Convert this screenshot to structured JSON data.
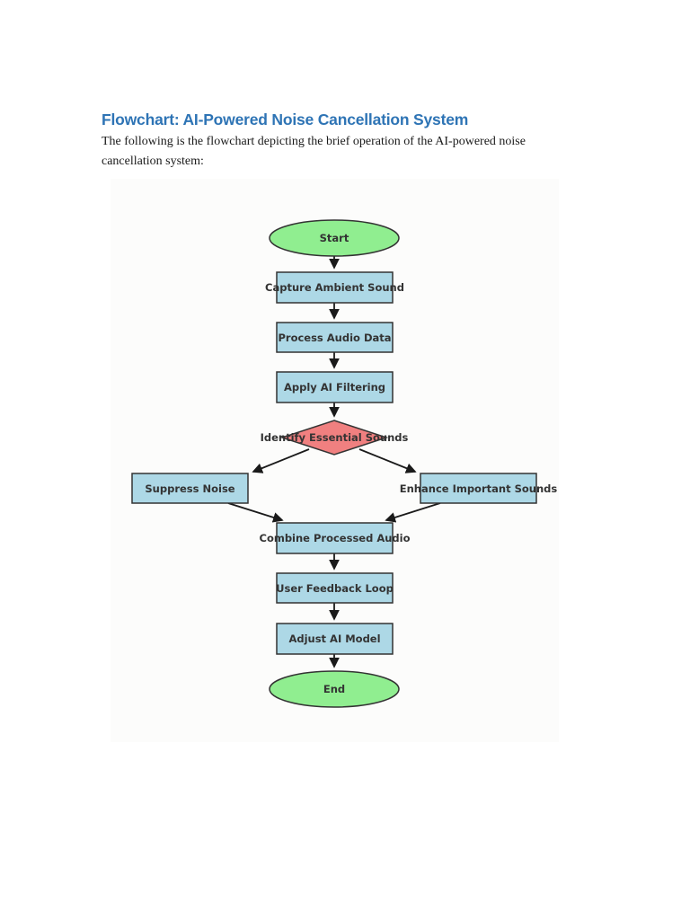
{
  "page": {
    "heading": "Flowchart: AI-Powered Noise Cancellation System",
    "body": "The following is the flowchart depicting the brief operation of the AI-powered noise cancellation system:"
  },
  "colors": {
    "heading_blue": "#2E74B5",
    "body_text": "#1A1A1A",
    "terminal_fill": "#90EE90",
    "process_fill": "#ADD8E6",
    "decision_fill": "#F08080",
    "node_stroke": "#333333",
    "node_label": "#333333",
    "arrow": "#1A1A1A",
    "figure_background": "#FCFCFB",
    "page_background": "#FFFFFF"
  },
  "flowchart": {
    "nodes": [
      {
        "id": "start",
        "type": "terminal",
        "label": "Start"
      },
      {
        "id": "capture",
        "type": "process",
        "label": "Capture Ambient Sound"
      },
      {
        "id": "process",
        "type": "process",
        "label": "Process Audio Data"
      },
      {
        "id": "filter",
        "type": "process",
        "label": "Apply AI Filtering"
      },
      {
        "id": "identify",
        "type": "decision",
        "label": "Identify Essential Sounds"
      },
      {
        "id": "suppress",
        "type": "process",
        "label": "Suppress Noise"
      },
      {
        "id": "enhance",
        "type": "process",
        "label": "Enhance Important Sounds"
      },
      {
        "id": "combine",
        "type": "process",
        "label": "Combine Processed Audio"
      },
      {
        "id": "feedback",
        "type": "process",
        "label": "User Feedback Loop"
      },
      {
        "id": "adjust",
        "type": "process",
        "label": "Adjust AI Model"
      },
      {
        "id": "end",
        "type": "terminal",
        "label": "End"
      }
    ],
    "edges": [
      {
        "from": "start",
        "to": "capture"
      },
      {
        "from": "capture",
        "to": "process"
      },
      {
        "from": "process",
        "to": "filter"
      },
      {
        "from": "filter",
        "to": "identify"
      },
      {
        "from": "identify",
        "to": "suppress"
      },
      {
        "from": "identify",
        "to": "enhance"
      },
      {
        "from": "suppress",
        "to": "combine"
      },
      {
        "from": "enhance",
        "to": "combine"
      },
      {
        "from": "combine",
        "to": "feedback"
      },
      {
        "from": "feedback",
        "to": "adjust"
      },
      {
        "from": "adjust",
        "to": "end"
      }
    ]
  }
}
